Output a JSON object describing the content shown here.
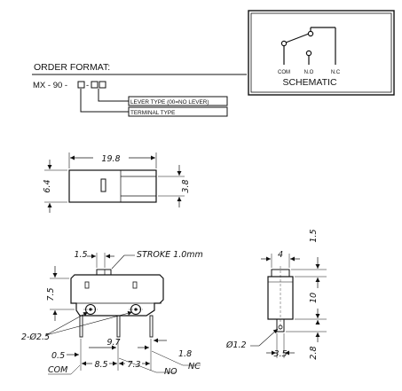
{
  "schematic": {
    "caption": "SCHEMATIC",
    "terminals": {
      "com": "COM",
      "no": "N.O",
      "nc": "N.C"
    }
  },
  "order_format": {
    "title": "ORDER FORMAT:",
    "code_prefix": "MX - 90 -",
    "code_separator": "-",
    "lever_type_label": "LEVER TYPE (00=NO LEVER)",
    "terminal_type_label": "TERMINAL TYPE"
  },
  "top_view": {
    "length": "19.8",
    "width": "6.4",
    "slot_width": "3.8"
  },
  "front_view": {
    "lever_offset": "1.5",
    "stroke": "STROKE 1.0mm",
    "body_height": "7.5",
    "holes": "2-Ø2.5",
    "terminal_pitch": "9.7",
    "com_offset": "0.5",
    "pitch_com_no": "8.5",
    "pitch_no_nc": "7.3",
    "terminal_length": "1.8",
    "com_label": "COM",
    "no_label": "NO",
    "nc_label": "NC"
  },
  "side_view": {
    "top_width": "4",
    "top_height": "1.5",
    "body_height": "10",
    "terminal_dia": "Ø1.2",
    "body_width": "3.5",
    "terminal_length": "2.8"
  }
}
